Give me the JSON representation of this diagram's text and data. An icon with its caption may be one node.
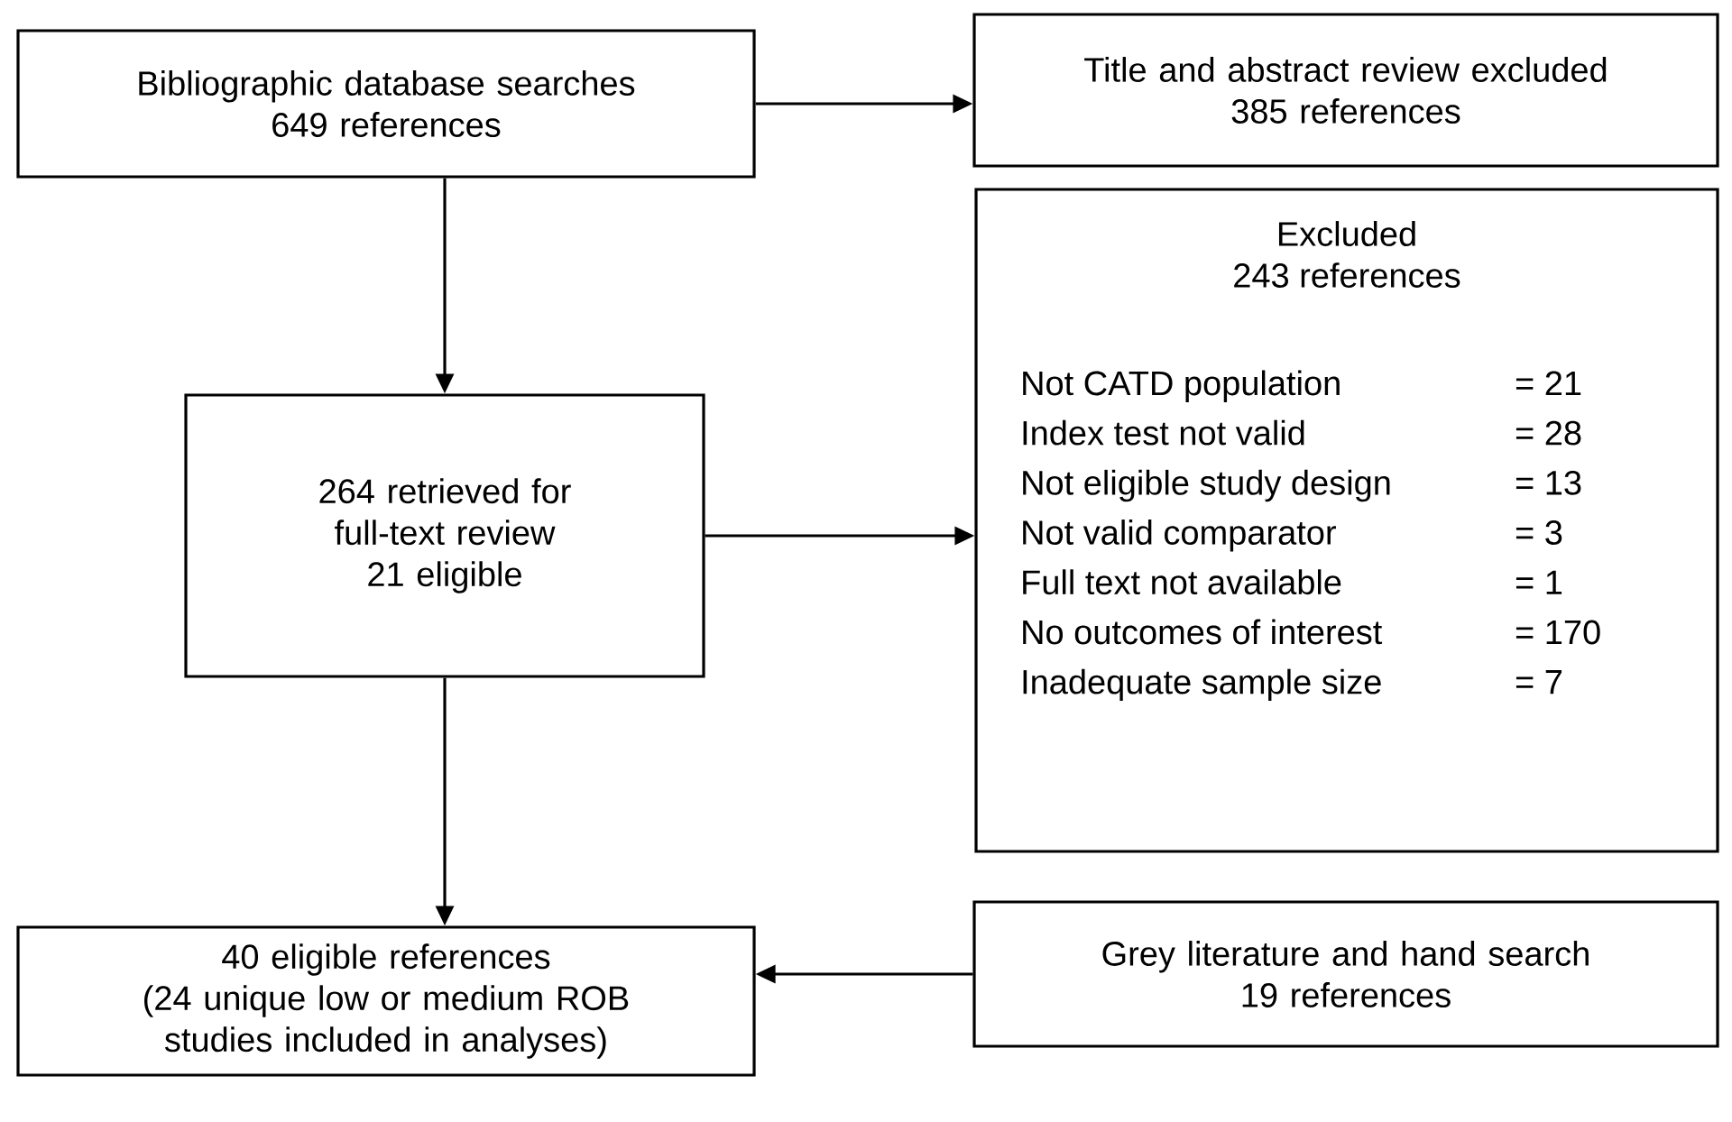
{
  "diagram": {
    "nodes": [
      {
        "text": [
          "Bibliographic database searches",
          "649 references"
        ]
      },
      {
        "text": [
          "Title and abstract review excluded",
          "385 references"
        ]
      },
      {
        "text": [
          "Excluded",
          "243 references",
          "Not CATD population",
          "= 21",
          "Index test not valid",
          "= 28",
          "Not eligible study design",
          "= 13",
          "Not valid comparator",
          "= 3",
          "Full text not available",
          "= 1",
          "No outcomes of interest",
          "= 170",
          "Inadequate sample size",
          "= 7"
        ]
      },
      {
        "text": [
          "264 retrieved for full-text review",
          "21 eligible"
        ]
      },
      {
        "text": [
          "40 eligible references",
          "(24 unique low or medium ROB studies included in analyses)"
        ]
      },
      {
        "text": [
          "Grey literature and hand search",
          "19 references"
        ]
      }
    ],
    "edges": [
      {
        "from": 0,
        "to": 1,
        "arrow": "to"
      },
      {
        "from": 0,
        "to": 3,
        "arrow": "to"
      },
      {
        "from": 3,
        "to": 2,
        "arrow": "to"
      },
      {
        "from": 3,
        "to": 4,
        "arrow": "to"
      },
      {
        "from": 5,
        "to": 4,
        "arrow": "to"
      }
    ]
  }
}
